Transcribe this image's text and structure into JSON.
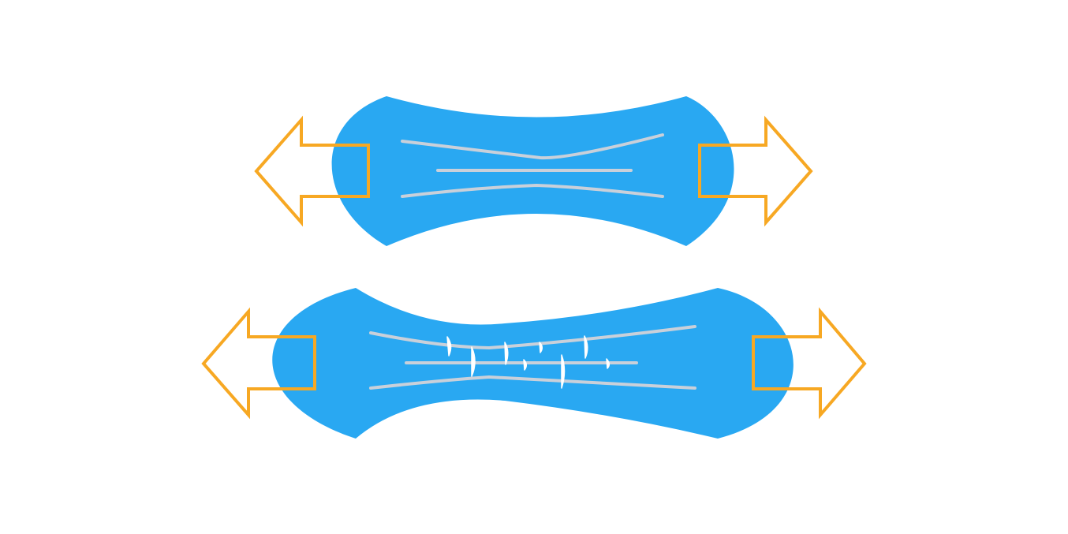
{
  "colors": {
    "background": "#ffffff",
    "tissue": "#29a8f2",
    "fiber": "#c9d0da",
    "arrow": "#f7a823",
    "tear": "#ffffff"
  },
  "diagram": {
    "panels": [
      {
        "id": "top",
        "state": "stretched",
        "fiber_count": 3,
        "tear_count": 0,
        "arrows": [
          "left",
          "right"
        ]
      },
      {
        "id": "bottom",
        "state": "overstretched with micro-tears",
        "fiber_count": 3,
        "tear_count": 9,
        "arrows": [
          "left",
          "right"
        ]
      }
    ]
  }
}
